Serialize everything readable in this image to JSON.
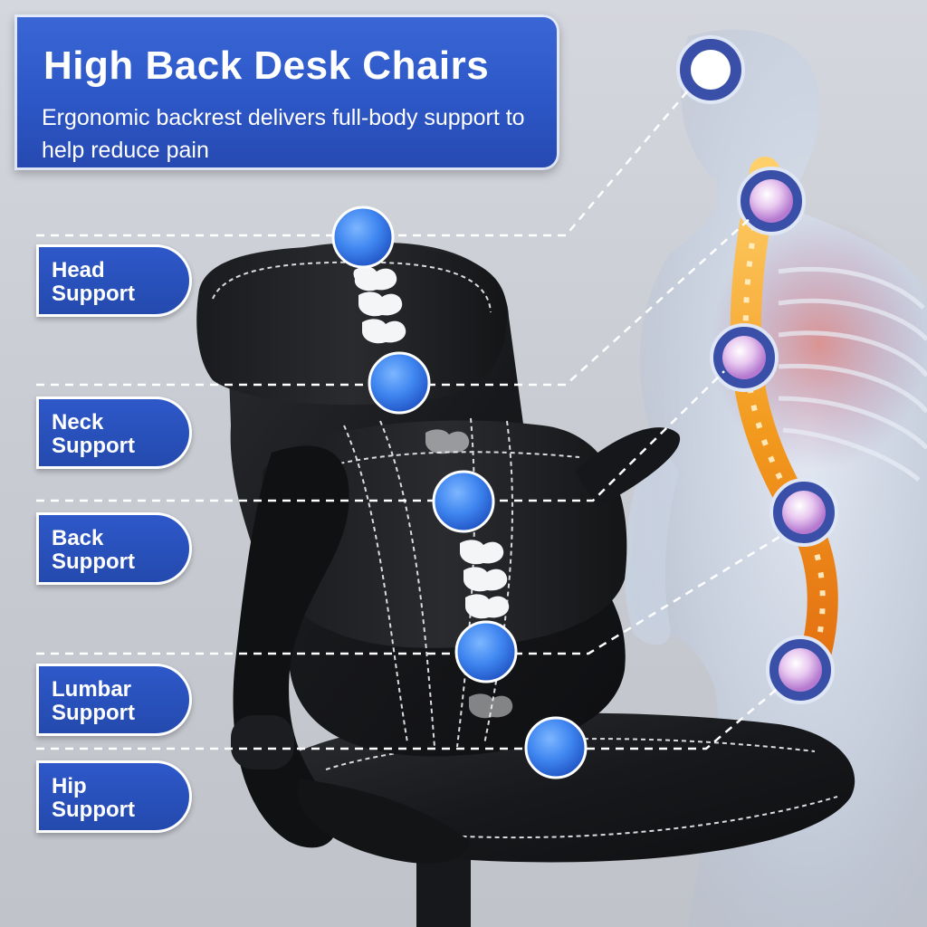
{
  "banner": {
    "title": "High Back Desk Chairs",
    "subtitle": "Ergonomic backrest delivers full-body support to help reduce pain"
  },
  "labels": [
    {
      "line1": "Head",
      "line2": "Support"
    },
    {
      "line1": "Neck",
      "line2": "Support"
    },
    {
      "line1": "Back",
      "line2": "Support"
    },
    {
      "line1": "Lumbar",
      "line2": "Support"
    },
    {
      "line1": "Hip",
      "line2": "Support"
    }
  ],
  "colors": {
    "accent_blue": "#2e58c9",
    "dot_blue": "#3f86f0",
    "chair": "#1d1e21",
    "stitch": "#d9dbe0",
    "spine": "#f29a1e"
  }
}
